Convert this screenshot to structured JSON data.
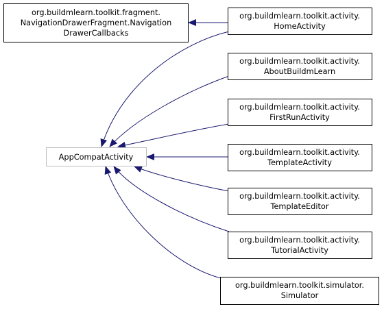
{
  "colors": {
    "background": "#ffffff",
    "node_border": "#000000",
    "base_border": "#bfbfbf",
    "edge": "#191970",
    "text": "#000000"
  },
  "nodes": {
    "nav_callbacks": [
      "org.buildmlearn.toolkit.fragment.",
      "NavigationDrawerFragment.Navigation",
      "DrawerCallbacks"
    ],
    "home_activity": [
      "org.buildmlearn.toolkit.activity.",
      "HomeActivity"
    ],
    "about_buildmlearn": [
      "org.buildmlearn.toolkit.activity.",
      "AboutBuildmLearn"
    ],
    "first_run_activity": [
      "org.buildmlearn.toolkit.activity.",
      "FirstRunActivity"
    ],
    "app_compat_activity": [
      "AppCompatActivity"
    ],
    "template_activity": [
      "org.buildmlearn.toolkit.activity.",
      "TemplateActivity"
    ],
    "template_editor": [
      "org.buildmlearn.toolkit.activity.",
      "TemplateEditor"
    ],
    "tutorial_activity": [
      "org.buildmlearn.toolkit.activity.",
      "TutorialActivity"
    ],
    "simulator": [
      "org.buildmlearn.toolkit.simulator.",
      "Simulator"
    ]
  }
}
